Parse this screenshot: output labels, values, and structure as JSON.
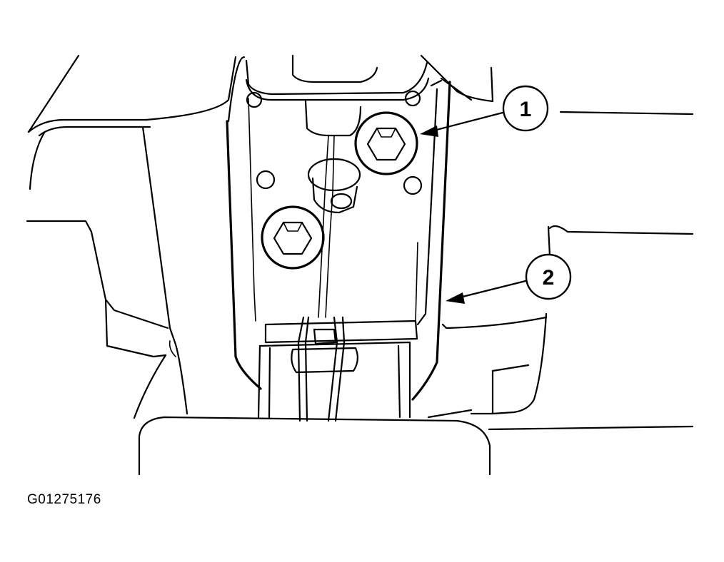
{
  "callouts": [
    {
      "id": "1",
      "label": "1"
    },
    {
      "id": "2",
      "label": "2"
    }
  ],
  "reference_code": "G01275176"
}
